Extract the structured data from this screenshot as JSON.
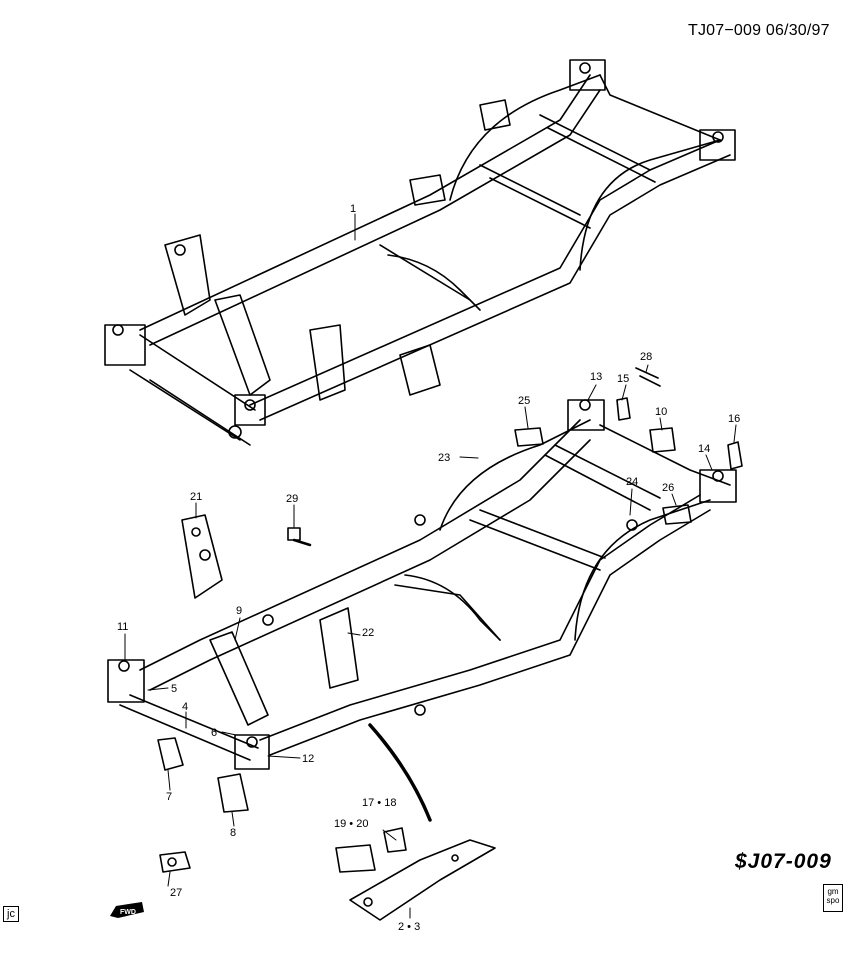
{
  "header": {
    "code": "TJ07−009  06/30/97"
  },
  "catalog_code": "$J07-009",
  "corner_tag": "jc",
  "logo": {
    "line1": "gm",
    "line2": "spo"
  },
  "fwd_label": "FWD",
  "callouts": {
    "c1": "1",
    "c23": "2 • 3",
    "c4": "4",
    "c5": "5",
    "c6": "6",
    "c7": "7",
    "c8": "8",
    "c9": "9",
    "c10": "10",
    "c11": "11",
    "c12": "12",
    "c13": "13",
    "c14": "14",
    "c15": "15",
    "c16": "16",
    "c1718": "17 • 18",
    "c1920": "19 • 20",
    "c21": "21",
    "c22": "22",
    "c23b": "23",
    "c24": "24",
    "c25": "25",
    "c26": "26",
    "c27": "27",
    "c28": "28",
    "c29": "29"
  }
}
